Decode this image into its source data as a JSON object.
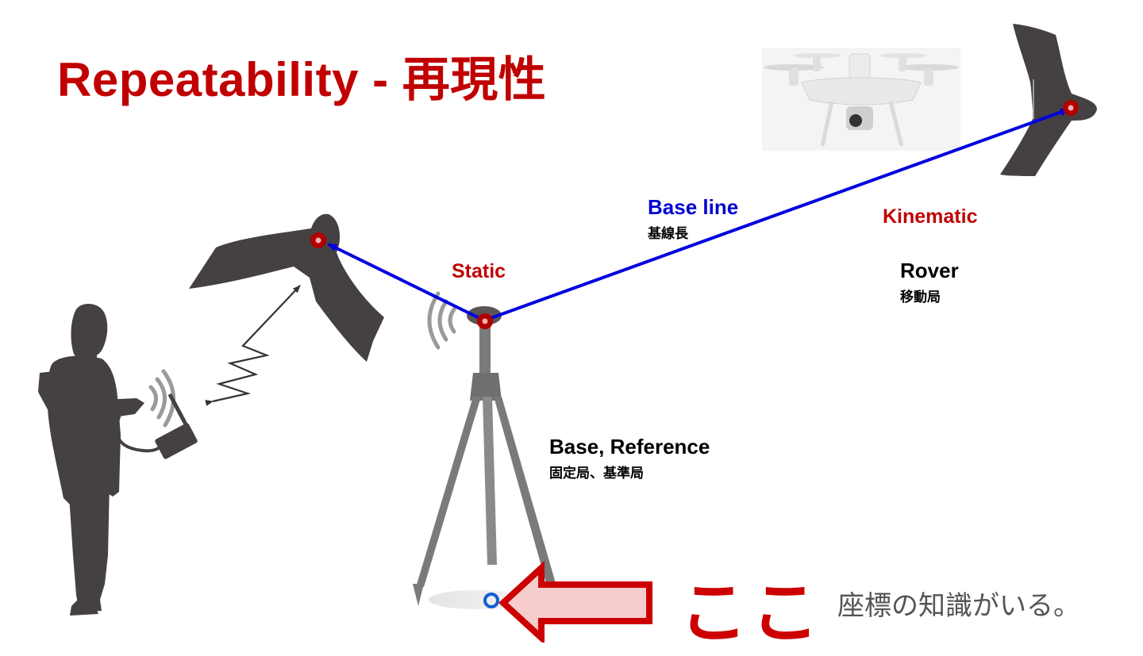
{
  "slide": {
    "title": "Repeatability -  再現性",
    "labels": {
      "static": "Static",
      "base_line": "Base line",
      "base_line_jp": "基線長",
      "kinematic": "Kinematic",
      "rover": "Rover",
      "rover_jp": "移動局",
      "base_reference": "Base, Reference",
      "base_reference_jp": "固定局、基準局",
      "here": "ここ",
      "note": "座標の知識がいる。"
    },
    "colors": {
      "title_red": "#c00000",
      "baseline_blue": "#0000e0",
      "silhouette": "#454142",
      "tripod": "#7a7a7a",
      "arrow_fill": "#f6cccc",
      "arrow_stroke": "#cc0000",
      "ground_point": "#1060d0"
    },
    "icons": [
      "operator-silhouette-icon",
      "fixed-wing-drone-icon",
      "quadcopter-drone-icon",
      "gnss-tripod-icon",
      "radio-waves-icon",
      "radio-controller-icon",
      "zigzag-signal-icon",
      "ground-marker-icon",
      "left-arrow-icon"
    ]
  }
}
